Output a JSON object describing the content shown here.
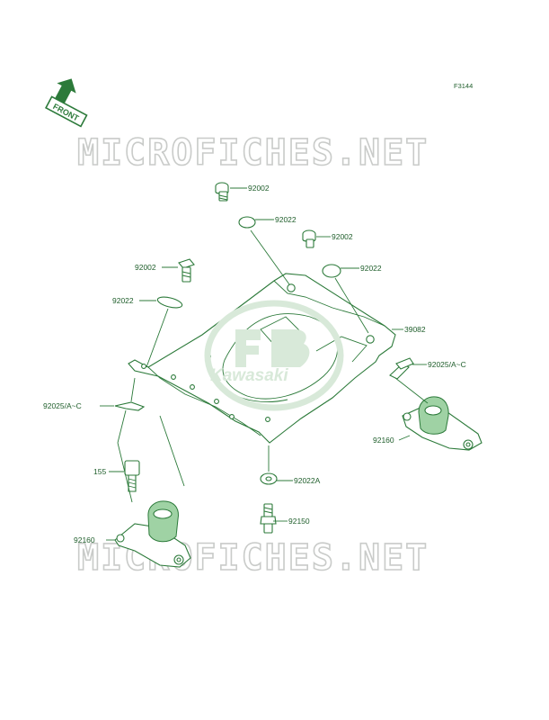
{
  "sheet_code": "F3144",
  "front_label": "FRONT",
  "watermark": "MICROFICHES.NET",
  "logo_text": "Kawasaki",
  "callouts": {
    "c92002_a": "92002",
    "c92022_a": "92022",
    "c92002_b": "92002",
    "c92022_b": "92022",
    "c92002_c": "92002",
    "c92022_c": "92022",
    "c39082": "39082",
    "c92025_right": "92025/A~C",
    "c92025_left": "92025/A~C",
    "c92160_right": "92160",
    "c155": "155",
    "c92022a": "92022A",
    "c92150": "92150",
    "c92160_left": "92160"
  },
  "colors": {
    "line": "#2c7a3a",
    "accent": "#9fd2a4",
    "watermark": "#c9cbc9"
  }
}
